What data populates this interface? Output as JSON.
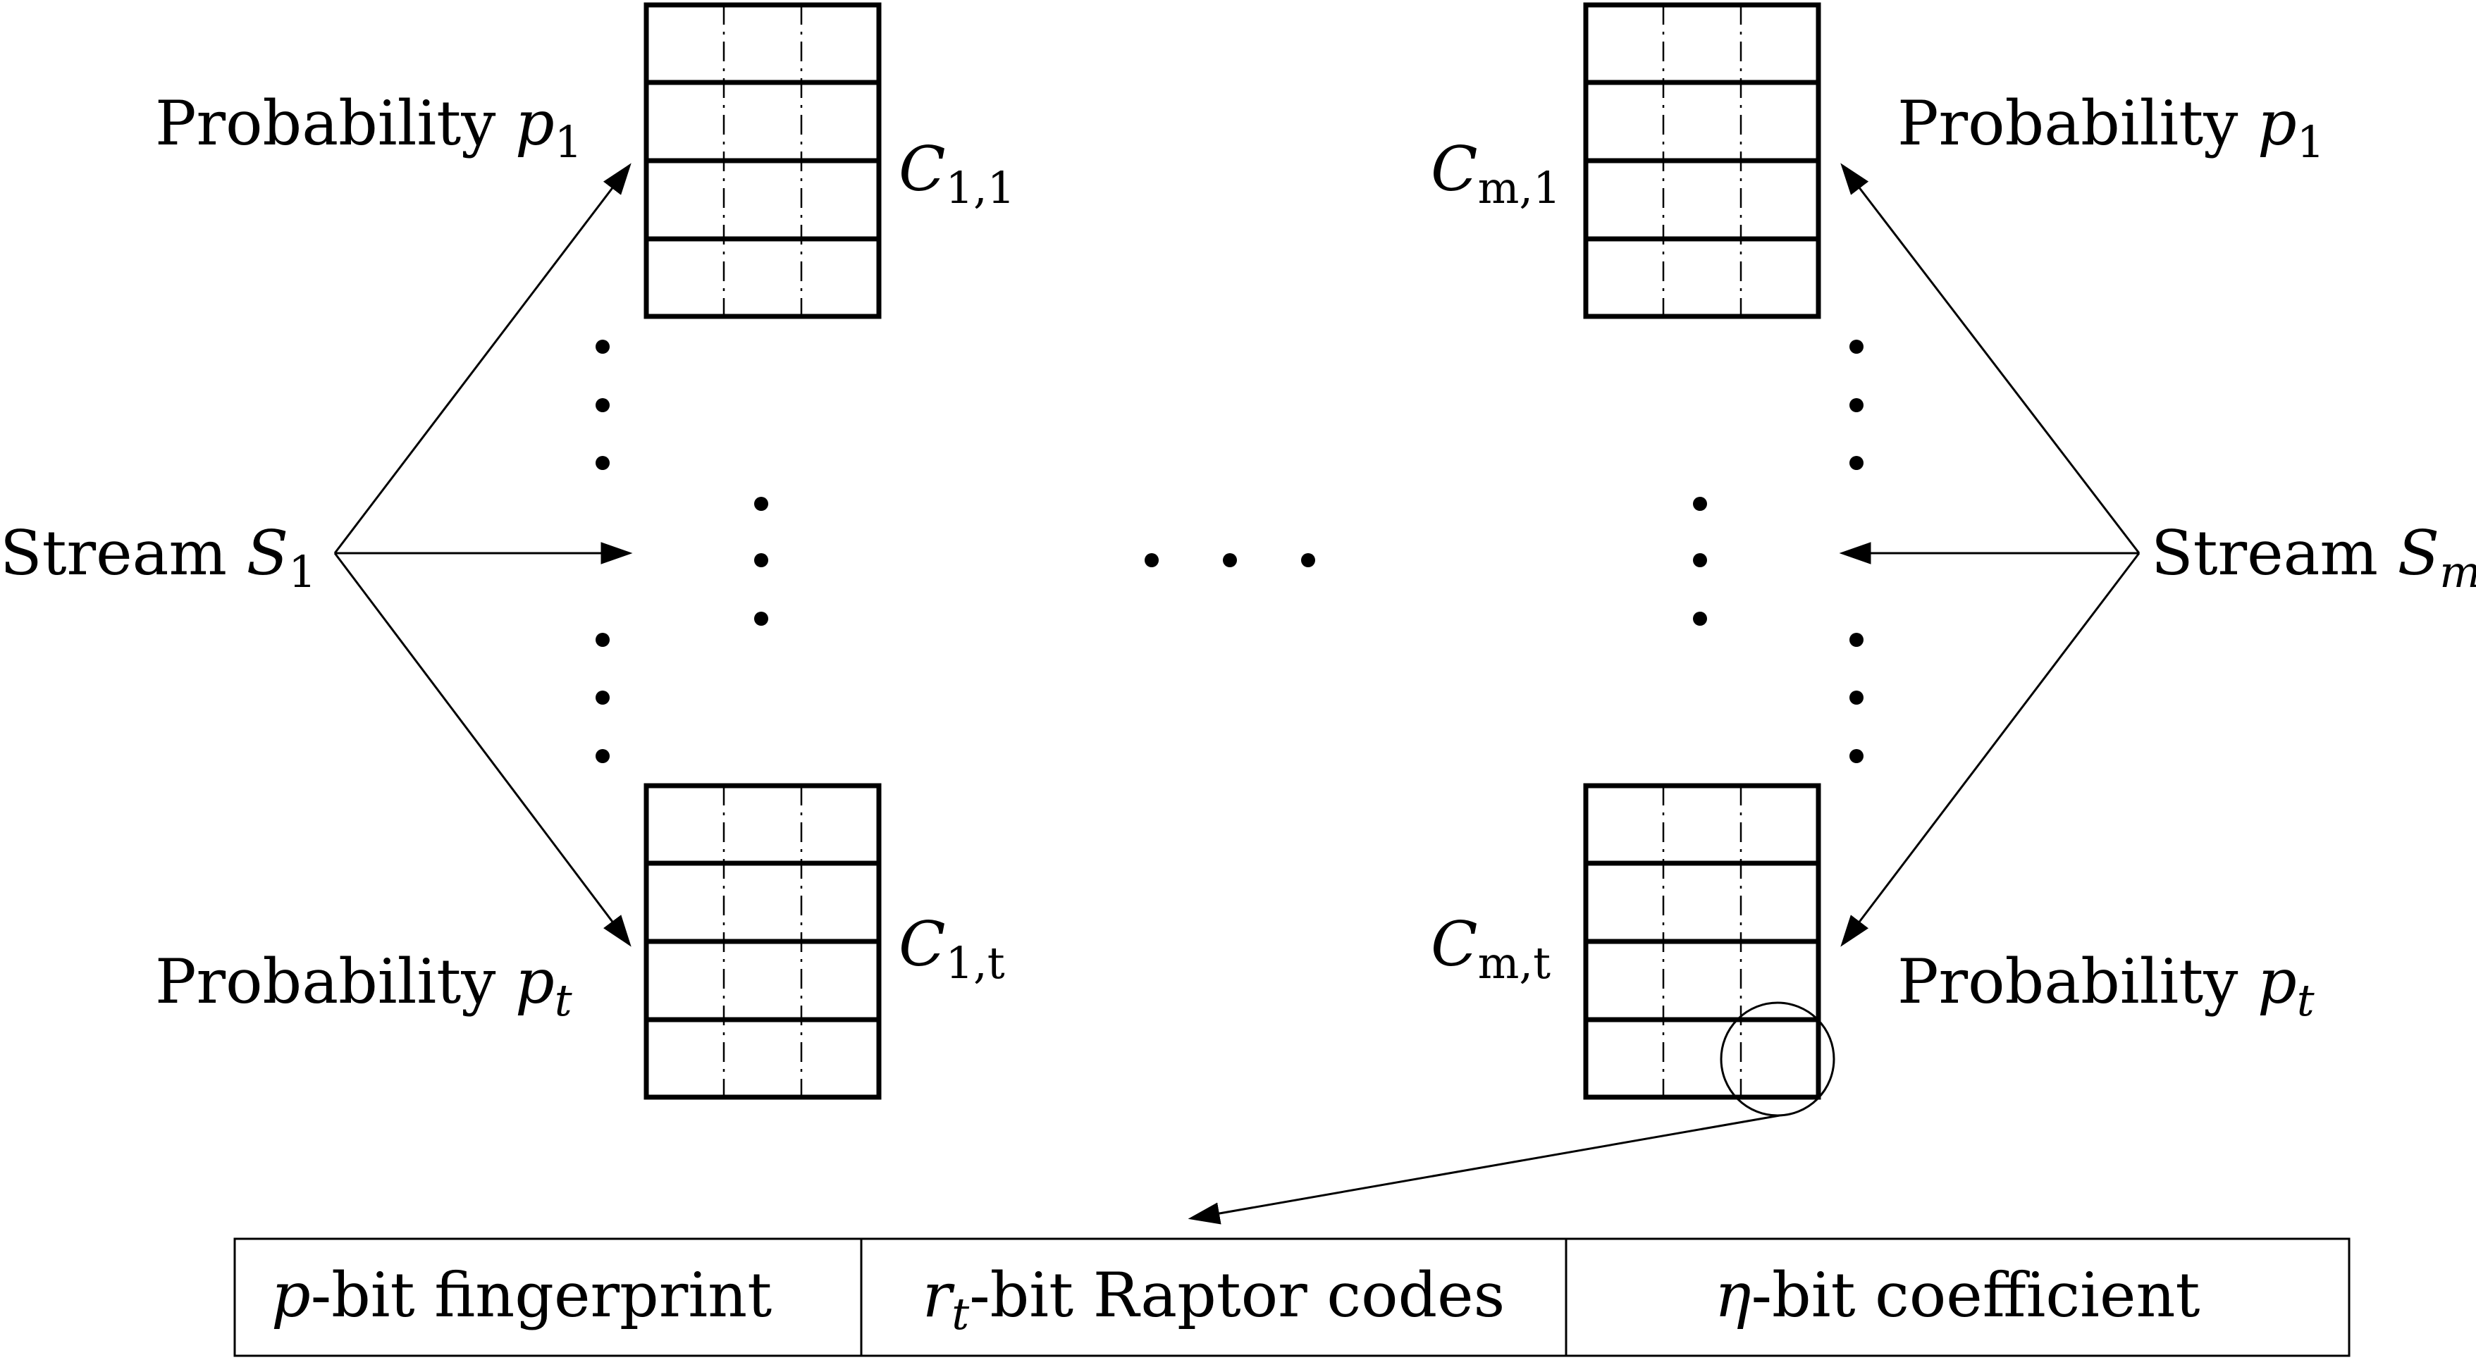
{
  "left": {
    "prob_top": {
      "text": "Probability ",
      "var": "p",
      "sub": "1"
    },
    "prob_bottom": {
      "text": "Probability ",
      "var": "p",
      "sub": "t"
    },
    "stream": {
      "text": "Stream ",
      "var": "S",
      "sub": "1"
    },
    "table_top": {
      "var": "C",
      "sub": "1,1"
    },
    "table_bottom": {
      "var": "C",
      "sub": "1,t"
    }
  },
  "right": {
    "prob_top": {
      "text": "Probability ",
      "var": "p",
      "sub": "1"
    },
    "prob_bottom": {
      "text": "Probability ",
      "var": "p",
      "sub": "t"
    },
    "stream": {
      "text": "Stream ",
      "var": "S",
      "sub": "m"
    },
    "table_top": {
      "var": "C",
      "sub": "m,1"
    },
    "table_bottom": {
      "var": "C",
      "sub": "m,t"
    }
  },
  "entry_format": {
    "cell1": {
      "var": "p",
      "rest": "-bit fingerprint"
    },
    "cell2": {
      "var": "r",
      "sub": "t",
      "rest": "-bit Raptor codes"
    },
    "cell3": {
      "var": "η",
      "rest": "-bit coefficient"
    }
  }
}
